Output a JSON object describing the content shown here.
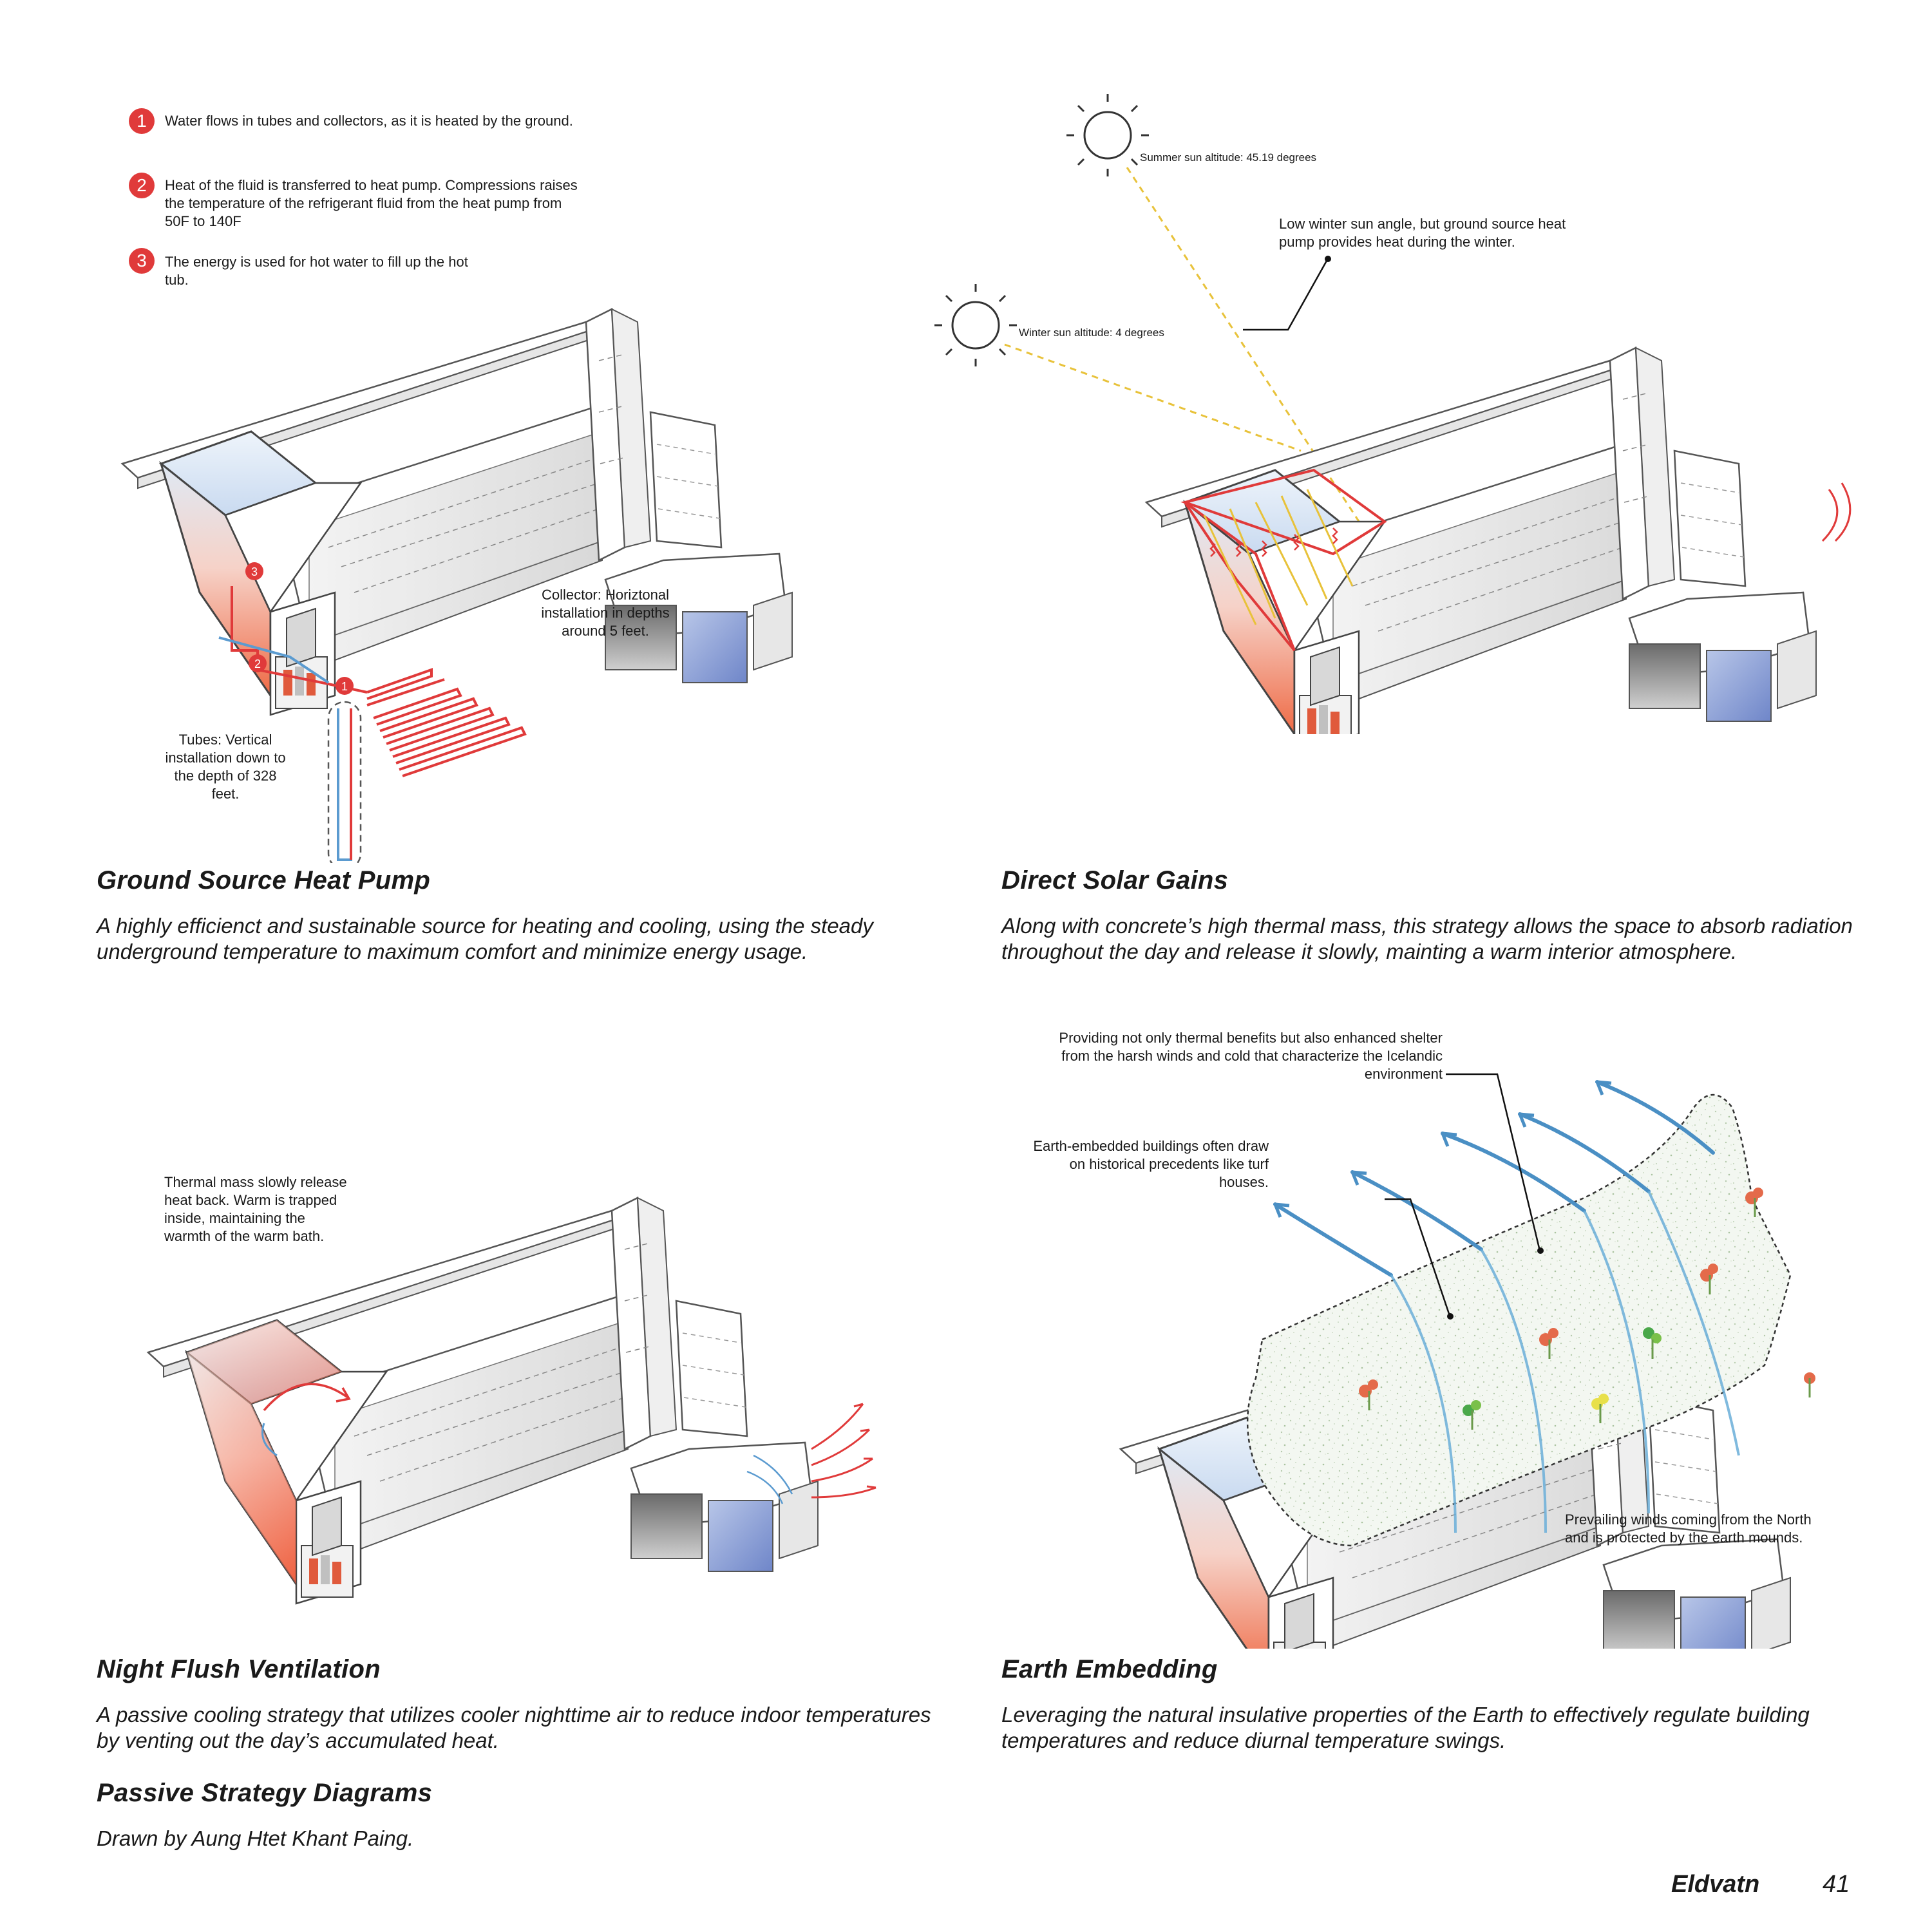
{
  "panels": {
    "gshp": {
      "title": "Ground Source Heat Pump",
      "description": "A highly efficienct and sustainable source for heating and cooling, using the steady underground temperature to maximum comfort and minimize energy usage.",
      "steps": [
        {
          "num": "1",
          "text": "Water flows in tubes and collectors, as it is heated by the ground."
        },
        {
          "num": "2",
          "text": "Heat of the fluid is transferred to heat pump. Compressions raises the temperature of the refrigerant fluid from the heat pump from 50F to 140F"
        },
        {
          "num": "3",
          "text": "The energy is used for hot water to fill up the hot tub."
        }
      ],
      "collector_note": "Collector: Horiztonal installation in depths around 5 feet.",
      "tubes_note": "Tubes: Vertical installation down to the depth of 328 feet."
    },
    "solar": {
      "title": "Direct Solar Gains",
      "description": "Along with concrete’s high thermal mass, this strategy allows the space to absorb radiation throughout the day and release it slowly, mainting a warm interior atmosphere.",
      "summer_label": "Summer sun altitude: 45.19 degrees",
      "winter_label": "Winter sun altitude: 4 degrees",
      "winter_note": "Low winter sun angle, but ground source heat pump provides heat during the winter."
    },
    "night": {
      "title": "Night Flush Ventilation",
      "description": "A passive cooling strategy that utilizes cooler nighttime air to reduce indoor temperatures by venting out the day’s accumulated heat.",
      "note": "Thermal mass slowly release heat back. Warm is trapped inside, maintaining the warmth of the warm bath."
    },
    "earth": {
      "title": "Earth Embedding",
      "description": "Leveraging the natural insulative properties of the Earth to effectively regulate building temperatures and reduce diurnal temperature swings.",
      "note_top": "Providing not only thermal benefits but also enhanced shelter from the harsh winds and cold that characterize the Icelandic environment",
      "note_mid": "Earth-embedded buildings often draw on historical precedents like turf houses.",
      "note_wind": "Prevailing winds coming from the North and is protected by the earth mounds."
    }
  },
  "footer": {
    "section_title": "Passive Strategy Diagrams",
    "credit": "Drawn by Aung Htet Khant Paing.",
    "book_title": "Eldvatn",
    "page_number": "41"
  },
  "colors": {
    "accent_red": "#e03a3a",
    "wind_blue": "#4a8fc4",
    "sun_yellow": "#e8c23a",
    "line_gray": "#7a7a7a"
  }
}
